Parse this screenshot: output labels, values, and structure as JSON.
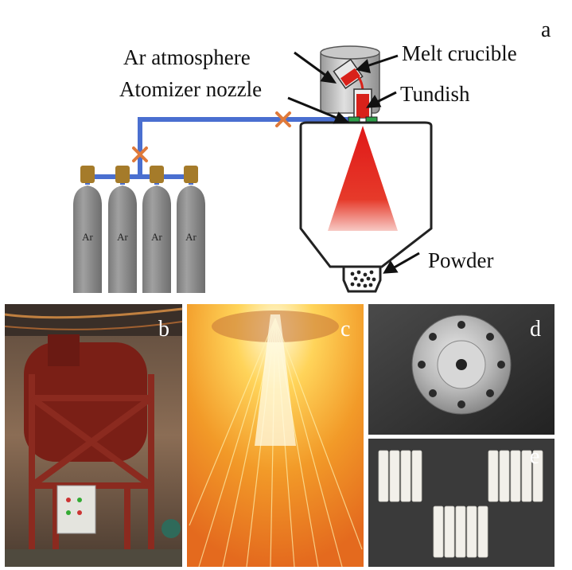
{
  "panel_a": {
    "letter": "a",
    "labels": {
      "ar_atmosphere": "Ar atmosphere",
      "atomizer_nozzle": "Atomizer nozzle",
      "melt_crucible": "Melt crucible",
      "tundish": "Tundish",
      "powder": "Powder"
    },
    "cylinder_label": "Ar",
    "cylinder_count": 4
  },
  "photos": {
    "b": "b",
    "c": "c",
    "d": "d",
    "e": "e"
  },
  "colors": {
    "gas_line": "#4a6fd0",
    "valve": "#e07a3a",
    "cylinder_body": "#8a8a8a",
    "cylinder_cap": "#a57b2a",
    "spray": "#e3231b",
    "frame_red": "#8b2a1f"
  }
}
